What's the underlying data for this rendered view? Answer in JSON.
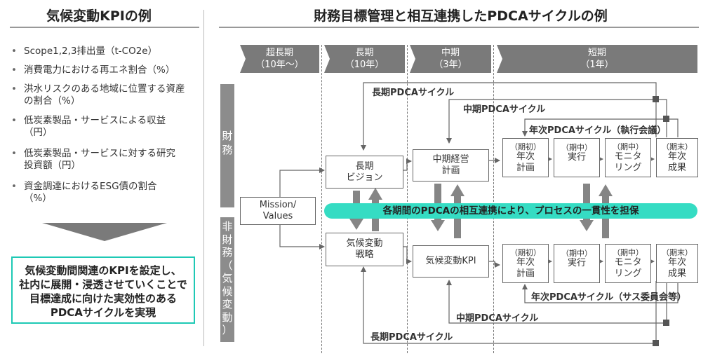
{
  "left": {
    "title": "気候変動KPIの例",
    "bullets": [
      {
        "line1": "Scope1,2,3排出量（t-CO2e）",
        "line2": ""
      },
      {
        "line1": "消費電力における再エネ割合（%）",
        "line2": ""
      },
      {
        "line1": "洪水リスクのある地域に位置する資産",
        "line2": "の割合（%）"
      },
      {
        "line1": "低炭素製品・サービスによる収益",
        "line2": "（円）"
      },
      {
        "line1": "低炭素製品・サービスに対する研究",
        "line2": "投資額（円）"
      },
      {
        "line1": "資金調達におけるESG債の割合",
        "line2": "（%）"
      }
    ],
    "bullet_mark": "•",
    "callout": [
      "気候変動間関連のKPIを設定し、",
      "社内に展開・浸透させていくことで",
      "目標達成に向けた実効性のある",
      "PDCAサイクルを実現"
    ]
  },
  "right": {
    "title": "財務目標管理と相互連携したPDCAサイクルの例",
    "periods": [
      {
        "line1": "超長期",
        "line2": "（10年～）"
      },
      {
        "line1": "長期",
        "line2": "（10年）"
      },
      {
        "line1": "中期",
        "line2": "（3年）"
      },
      {
        "line1": "短期",
        "line2": "（1年）"
      }
    ],
    "side_finance": [
      "財",
      "務"
    ],
    "side_nonfinance": [
      "非",
      "財",
      "務",
      "（",
      "気",
      "候",
      "変",
      "動",
      "）"
    ],
    "mission_box": [
      "Mission/",
      "Values"
    ],
    "long_vision": [
      "長期",
      "ビジョン"
    ],
    "mid_plan": [
      "中期経営",
      "計画"
    ],
    "climate_strategy": [
      "気候変動",
      "戦略"
    ],
    "climate_kpi": "気候変動KPI",
    "annual_steps": [
      {
        "tag": "（期初）",
        "line1": "年次",
        "line2": "計画"
      },
      {
        "tag": "（期中）",
        "line1": "実行",
        "line2": ""
      },
      {
        "tag": "（期中）",
        "line1": "モニタ",
        "line2": "リング"
      },
      {
        "tag": "（期末）",
        "line1": "年次",
        "line2": "成果"
      }
    ],
    "banner": "各期間のPDCAの相互連携により、プロセスの一貫性を担保",
    "labels": {
      "long_top": "長期PDCAサイクル",
      "mid_top": "中期PDCAサイクル",
      "annual_top": "年次PDCAサイクル（執行会議）",
      "annual_bottom": "年次PDCAサイクル（サス委員会等）",
      "mid_bottom": "中期PDCAサイクル",
      "long_bottom": "長期PDCAサイクル"
    },
    "colors": {
      "band": "#7a7a7a",
      "banner": "#35dcc3",
      "callout_border": "#1ec9b5",
      "side": "#8c8c8c"
    }
  }
}
